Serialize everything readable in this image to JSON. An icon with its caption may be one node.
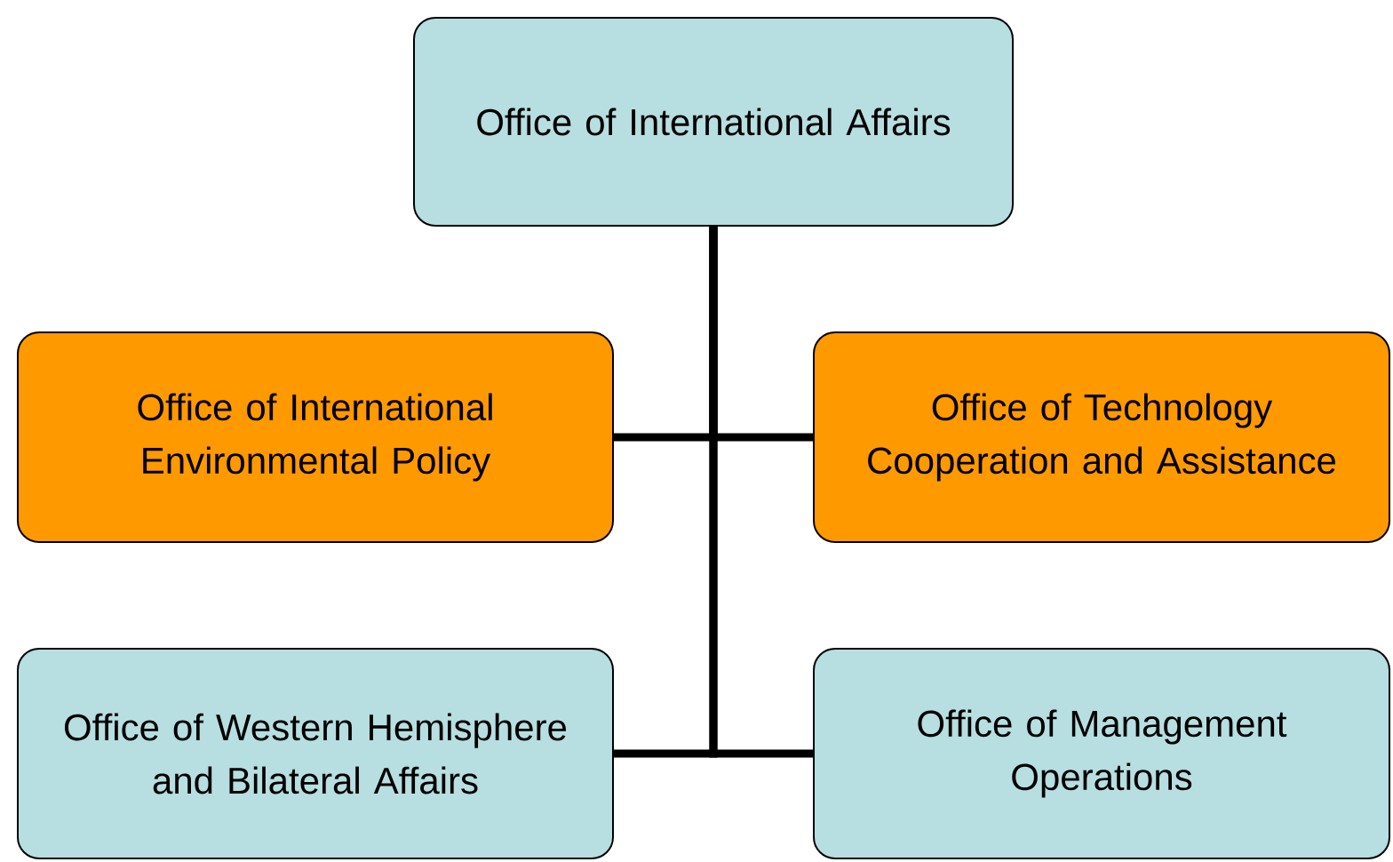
{
  "diagram": {
    "nodes": [
      {
        "text": [
          "Office of International Affairs"
        ]
      },
      {
        "text": [
          "Office of International Environmental Policy"
        ]
      },
      {
        "text": [
          "Office of Technology Cooperation and Assistance"
        ]
      },
      {
        "text": [
          "Office of Western Hemisphere and Bilateral Affairs"
        ]
      },
      {
        "text": [
          "Office of Management Operations"
        ]
      }
    ],
    "edges": [
      {
        "from": 0,
        "to": 1,
        "arrow": "none"
      },
      {
        "from": 0,
        "to": 2,
        "arrow": "none"
      },
      {
        "from": 0,
        "to": 3,
        "arrow": "none"
      },
      {
        "from": 0,
        "to": 4,
        "arrow": "none"
      }
    ]
  }
}
